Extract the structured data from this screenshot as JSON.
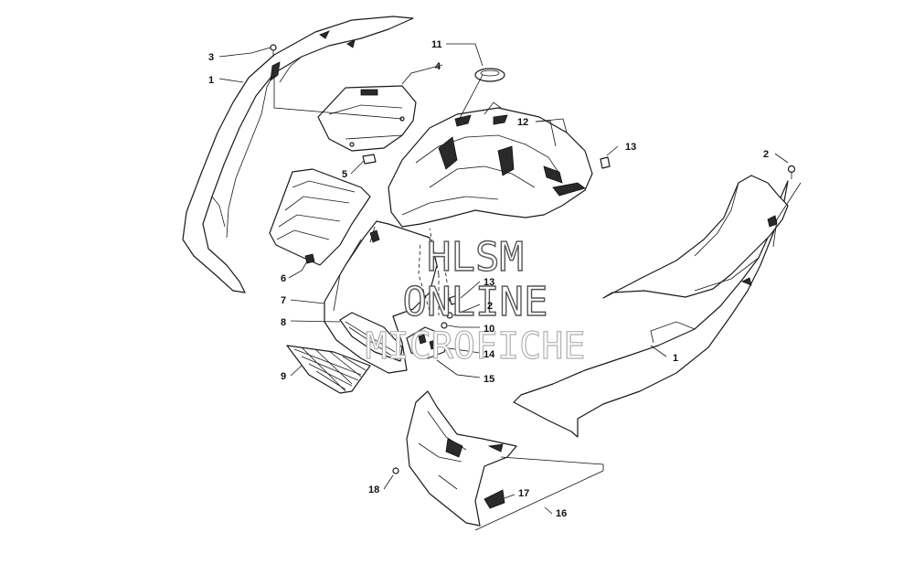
{
  "diagram": {
    "callouts": [
      {
        "id": "c1a",
        "label": "1"
      },
      {
        "id": "c1b",
        "label": "1"
      },
      {
        "id": "c2a",
        "label": "2"
      },
      {
        "id": "c2b",
        "label": "2"
      },
      {
        "id": "c3",
        "label": "3"
      },
      {
        "id": "c4",
        "label": "4"
      },
      {
        "id": "c5",
        "label": "5"
      },
      {
        "id": "c6",
        "label": "6"
      },
      {
        "id": "c7",
        "label": "7"
      },
      {
        "id": "c8",
        "label": "8"
      },
      {
        "id": "c9",
        "label": "9"
      },
      {
        "id": "c10",
        "label": "10"
      },
      {
        "id": "c11",
        "label": "11"
      },
      {
        "id": "c12",
        "label": "12"
      },
      {
        "id": "c13a",
        "label": "13"
      },
      {
        "id": "c13b",
        "label": "13"
      },
      {
        "id": "c14",
        "label": "14"
      },
      {
        "id": "c15",
        "label": "15"
      },
      {
        "id": "c16",
        "label": "16"
      },
      {
        "id": "c17",
        "label": "17"
      },
      {
        "id": "c18",
        "label": "18"
      }
    ]
  },
  "watermark": {
    "line1": "HLSM",
    "line2": "ONLINE",
    "line3": "MICROFICHE"
  }
}
